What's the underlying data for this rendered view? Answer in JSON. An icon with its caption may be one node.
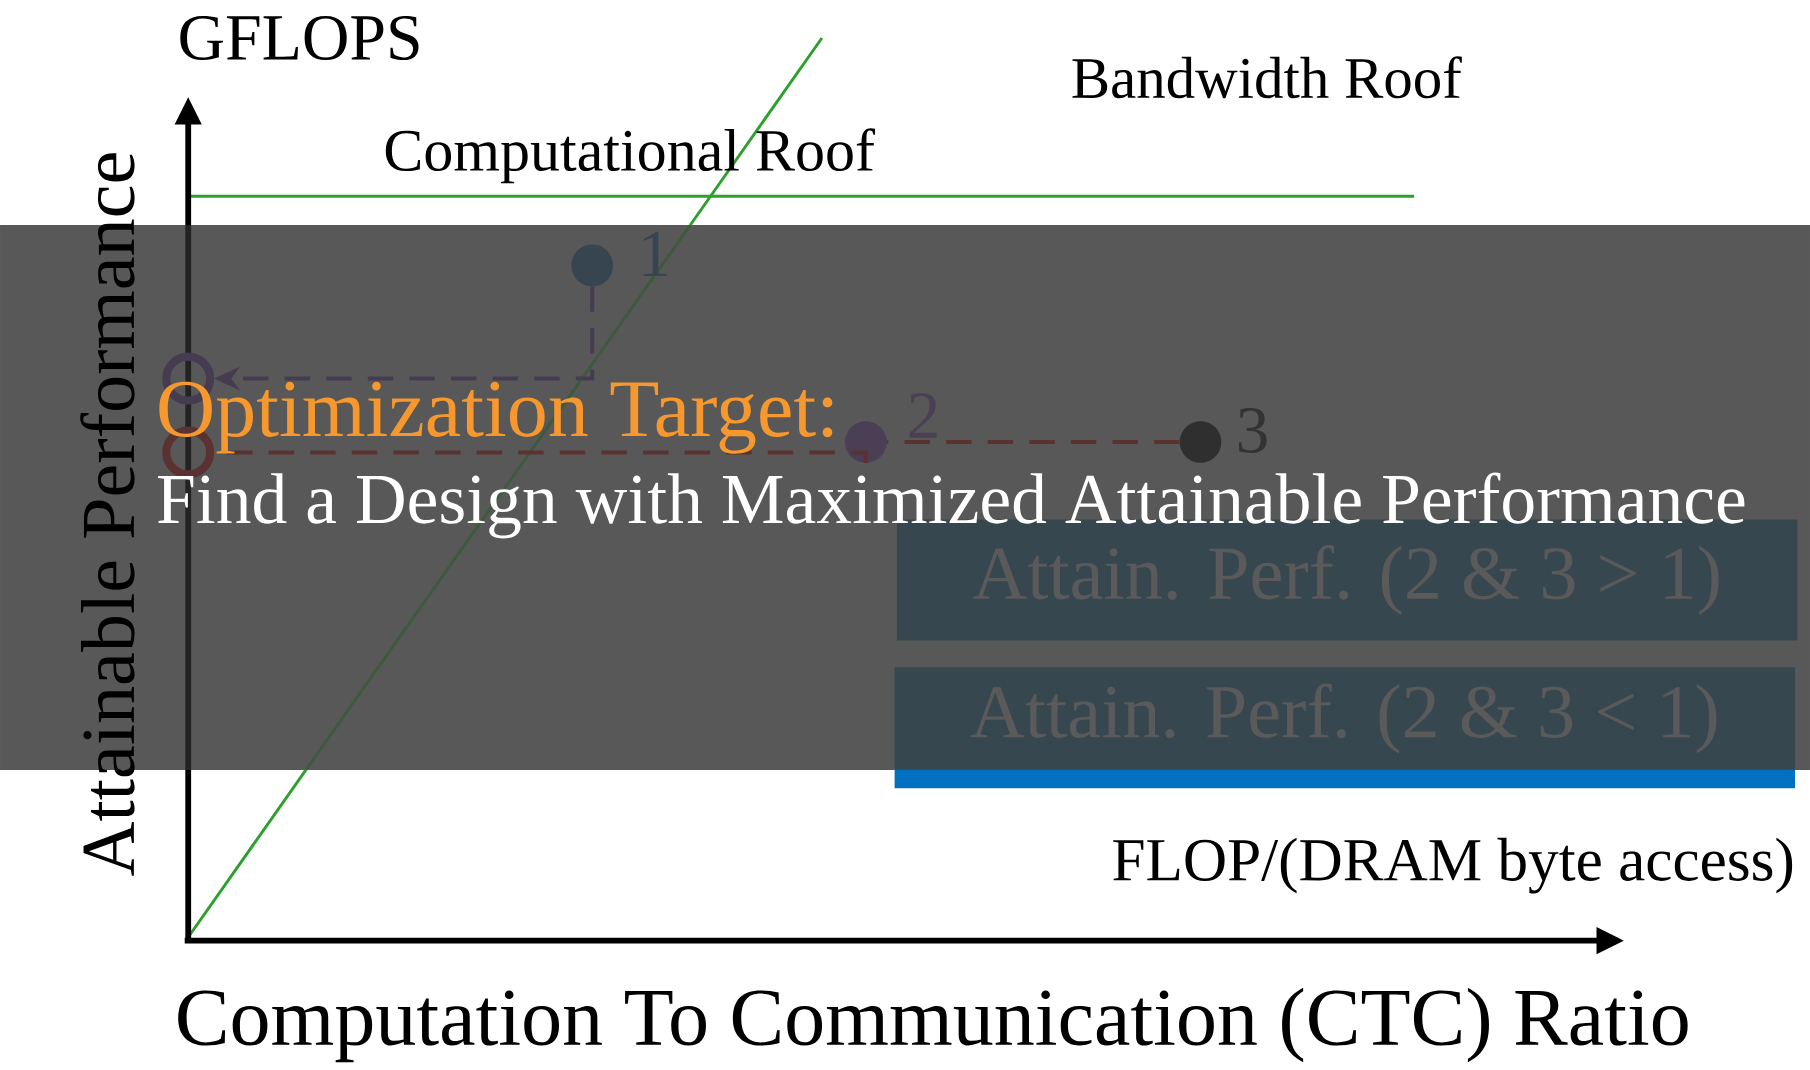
{
  "diagram": {
    "nodes": [
      {
        "text": [],
        "shape": "circle",
        "beside": [
          "1"
        ]
      },
      {
        "text": [],
        "shape": "circle",
        "beside": [
          "2"
        ]
      },
      {
        "text": [],
        "shape": "circle",
        "beside": [
          "3"
        ]
      },
      {
        "text": [],
        "shape": "circle"
      },
      {
        "text": [],
        "shape": "circle"
      },
      {
        "text": [
          "Attain. Perf. (2 & 3 > 1)"
        ]
      },
      {
        "text": [
          "Attain. Perf. (2 & 3 < 1)"
        ]
      }
    ],
    "edges": [
      {
        "from": 0,
        "to": 3,
        "arrow": "to",
        "style": "dashed",
        "color": "#463c52"
      },
      {
        "from": 2,
        "to": 1,
        "arrow": "none",
        "style": "dashed",
        "color": "#5a3232"
      },
      {
        "from": 1,
        "to": 4,
        "arrow": "none",
        "style": "dashed",
        "color": "#5a3232"
      }
    ],
    "labels": [
      "GFLOPS",
      "Bandwidth Roof",
      "Computational Roof",
      "Attainable Performance",
      "Optimization Target:",
      "Find a Design with Maximized Attainable Performance",
      "FLOP/(DRAM byte access)",
      "Computation To Communication (CTC) Ratio"
    ]
  }
}
